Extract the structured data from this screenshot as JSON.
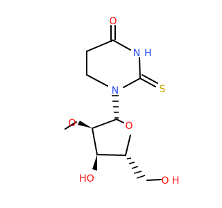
{
  "colors": {
    "bond": "#000000",
    "oxygen": "#ff0d0d",
    "nitrogen": "#3050f8",
    "sulfur": "#c8a000"
  },
  "atoms": {
    "o_carbonyl": "O",
    "n_amide": "N",
    "h_amide": "H",
    "s_thione": "S",
    "n_ring": "N",
    "o_methoxy": "O",
    "o_ring": "O",
    "ho_3": "HO",
    "o_hydroxymethyl": "O",
    "h_hydroxymethyl": "H"
  }
}
